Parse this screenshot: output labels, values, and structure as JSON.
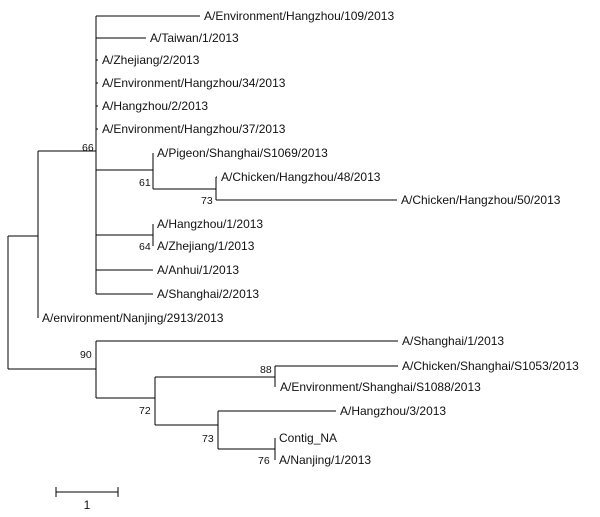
{
  "taxa": [
    {
      "id": "env-hz-109",
      "label": "A/Environment/Hangzhou/109/2013"
    },
    {
      "id": "taiwan-1",
      "label": "A/Taiwan/1/2013"
    },
    {
      "id": "zhejiang-2",
      "label": "A/Zhejiang/2/2013"
    },
    {
      "id": "env-hz-34",
      "label": "A/Environment/Hangzhou/34/2013"
    },
    {
      "id": "hangzhou-2",
      "label": "A/Hangzhou/2/2013"
    },
    {
      "id": "env-hz-37",
      "label": "A/Environment/Hangzhou/37/2013"
    },
    {
      "id": "pigeon-sh",
      "label": "A/Pigeon/Shanghai/S1069/2013"
    },
    {
      "id": "chicken-hz-48",
      "label": "A/Chicken/Hangzhou/48/2013"
    },
    {
      "id": "chicken-hz-50",
      "label": "A/Chicken/Hangzhou/50/2013"
    },
    {
      "id": "hangzhou-1",
      "label": "A/Hangzhou/1/2013"
    },
    {
      "id": "zhejiang-1",
      "label": "A/Zhejiang/1/2013"
    },
    {
      "id": "anhui-1",
      "label": "A/Anhui/1/2013"
    },
    {
      "id": "shanghai-2",
      "label": "A/Shanghai/2/2013"
    },
    {
      "id": "env-nanjing",
      "label": "A/environment/Nanjing/2913/2013"
    },
    {
      "id": "shanghai-1",
      "label": "A/Shanghai/1/2013"
    },
    {
      "id": "chicken-sh",
      "label": "A/Chicken/Shanghai/S1053/2013"
    },
    {
      "id": "env-sh",
      "label": "A/Environment/Shanghai/S1088/2013"
    },
    {
      "id": "hangzhou-3",
      "label": "A/Hangzhou/3/2013"
    },
    {
      "id": "contig-na",
      "label": "Contig_NA"
    },
    {
      "id": "nanjing-1",
      "label": "A/Nanjing/1/2013"
    }
  ],
  "bootstrap": [
    {
      "id": "bs-66",
      "label": "66"
    },
    {
      "id": "bs-61",
      "label": "61"
    },
    {
      "id": "bs-73-upper",
      "label": "73"
    },
    {
      "id": "bs-64",
      "label": "64"
    },
    {
      "id": "bs-90",
      "label": "90"
    },
    {
      "id": "bs-88",
      "label": "88"
    },
    {
      "id": "bs-72",
      "label": "72"
    },
    {
      "id": "bs-73-lower",
      "label": "73"
    },
    {
      "id": "bs-76",
      "label": "76"
    }
  ],
  "scale_bar": {
    "label": "1",
    "value": 1
  }
}
